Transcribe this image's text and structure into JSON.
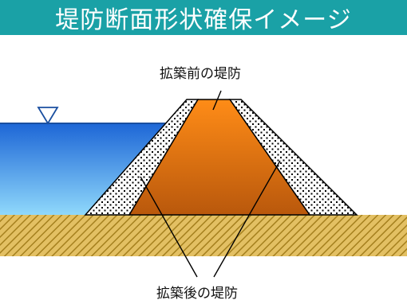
{
  "title": "堤防断面形状確保イメージ",
  "labels": {
    "before": "拡築前の堤防",
    "after": "拡築後の堤防"
  },
  "colors": {
    "title_bar": "#1aa1a6",
    "water_top": "#1d66d6",
    "water_bottom": "#8fd8fb",
    "ground": "#d4aa3c",
    "original_dike_top": "#ff8c17",
    "original_dike_bottom": "#b9580c",
    "extension_fill": "#ffffff"
  },
  "icons": {
    "water_level": "water-level-triangle-icon"
  }
}
